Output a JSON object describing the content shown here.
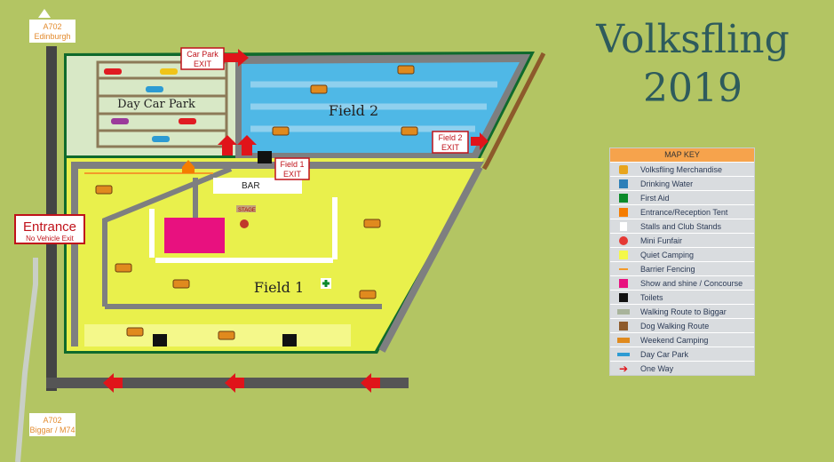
{
  "title": {
    "line1": "Volksfling",
    "line2": "2019"
  },
  "roads": {
    "north": {
      "road": "A702",
      "dest": "Edinburgh"
    },
    "south": {
      "road": "A702",
      "dest": "Biggar / M74"
    }
  },
  "signs": {
    "entrance": "Entrance",
    "entrance_note": "No Vehicle Exit",
    "car_park_exit": [
      "Car Park",
      "EXIT"
    ],
    "field1_exit": [
      "Field 1",
      "EXIT"
    ],
    "field2_exit": [
      "Field 2",
      "EXIT"
    ]
  },
  "areas": {
    "car_park": "Day Car Park",
    "field1": "Field 1",
    "field2": "Field 2",
    "bar": "BAR",
    "stage": "STAGE"
  },
  "map_key": {
    "title": "MAP KEY",
    "items": [
      {
        "icon": "merchandise-tshirt-icon",
        "label": "Volksfling Merchandise"
      },
      {
        "icon": "drinking-water-tap-icon",
        "label": "Drinking Water"
      },
      {
        "icon": "first-aid-cross-icon",
        "label": "First Aid"
      },
      {
        "icon": "reception-tent-icon",
        "label": "Entrance/Reception Tent"
      },
      {
        "icon": "stalls-icon",
        "label": "Stalls and Club Stands"
      },
      {
        "icon": "funfair-icon",
        "label": "Mini Funfair"
      },
      {
        "icon": "quiet-camping-icon",
        "label": "Quiet Camping"
      },
      {
        "icon": "barrier-fence-icon",
        "label": "Barrier Fencing"
      },
      {
        "icon": "concourse-icon",
        "label": "Show and shine / Concourse"
      },
      {
        "icon": "toilets-icon",
        "label": "Toilets"
      },
      {
        "icon": "walking-route-icon",
        "label": "Walking Route to Biggar"
      },
      {
        "icon": "dog-walking-icon",
        "label": "Dog Walking Route"
      },
      {
        "icon": "weekend-camping-icon",
        "label": "Weekend Camping"
      },
      {
        "icon": "day-car-park-icon",
        "label": "Day Car Park"
      },
      {
        "icon": "one-way-arrow-icon",
        "label": "One Way"
      }
    ]
  },
  "colors": {
    "background": "#b3c563",
    "field1": "#e9f04c",
    "field2": "#4fb8e6",
    "car_park": "#d8e8c6",
    "road": "#6d6e6e",
    "accent_red": "#e0141a",
    "concourse": "#e8117f",
    "key_header": "#f6a34c"
  }
}
